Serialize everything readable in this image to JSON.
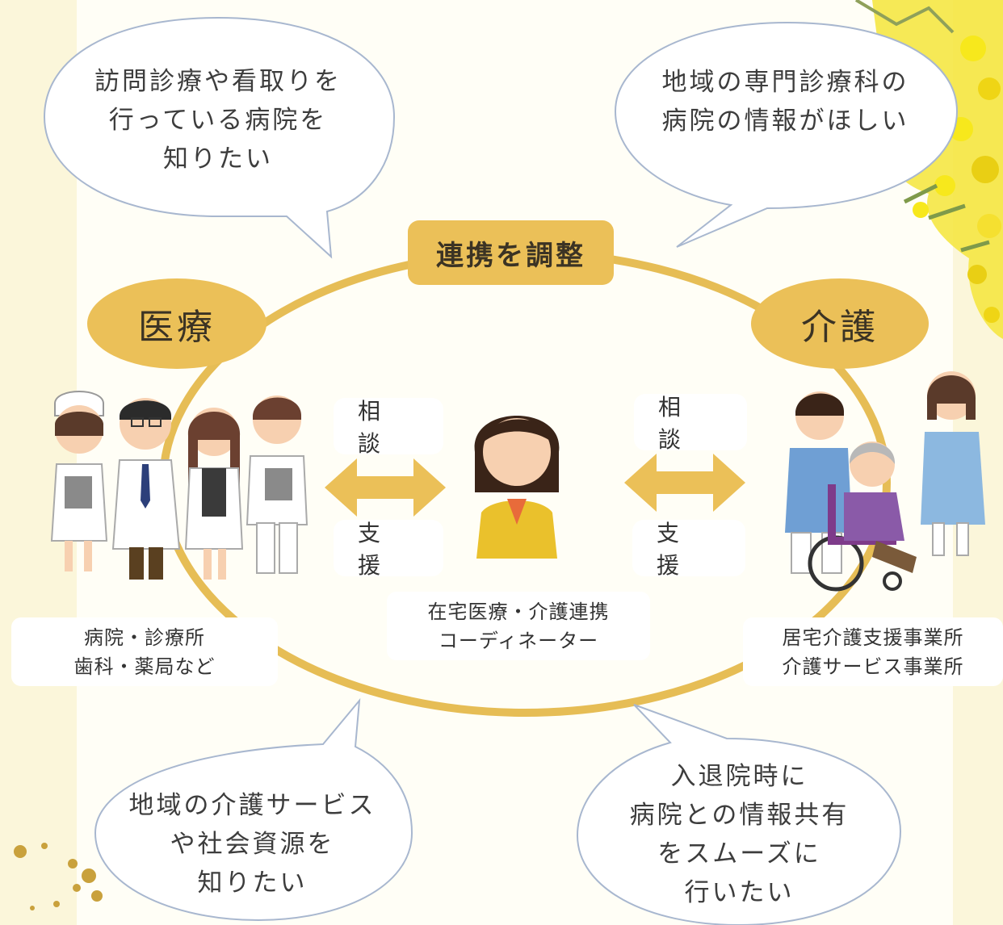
{
  "bubbles": {
    "top_left": "訪問診療や看取りを\n行っている病院を\n知りたい",
    "top_right": "地域の専門診療科の\n病院の情報がほしい",
    "bottom_left": "地域の介護サービス\nや社会資源を\n知りたい",
    "bottom_right": "入退院時に\n病院との情報共有\nをスムーズに\n行いたい"
  },
  "center_label": "連携を調整",
  "left_node": {
    "title": "医療",
    "caption": "病院・診療所\n歯科・薬局など",
    "consult": "相談",
    "support": "支援"
  },
  "right_node": {
    "title": "介護",
    "caption": "居宅介護支援事業所\n介護サービス事業所",
    "consult": "相談",
    "support": "支援"
  },
  "coordinator": "在宅医療・介護連携\nコーディネーター",
  "colors": {
    "accent": "#ebc058",
    "ring": "#e6bd55",
    "bubble_border": "#a8b7cf",
    "mimosa": "#f2dd1a",
    "leaf": "#8fa05a"
  }
}
